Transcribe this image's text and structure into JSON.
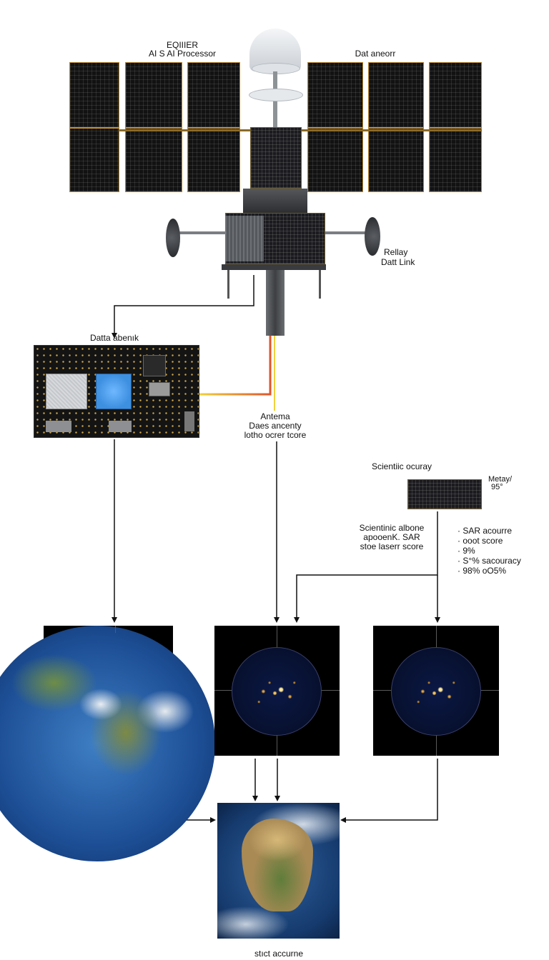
{
  "labels": {
    "top_left_line1": "EQIIIER",
    "top_left_line2": "AI S AI Processor",
    "top_right": "Dat aneorr",
    "relay_line1": "Rellay",
    "relay_line2": "Datt Link",
    "data_board": "Datta abenık",
    "antenna_line1": "Antema",
    "antenna_line2": "Daes ancenty",
    "antenna_line3": "lotho ocrer tcore",
    "scientific_title": "Scientiic ocuray",
    "metric_line1": "Metay/",
    "metric_line2": "95°",
    "sci_note_line1": "Scientinic albone",
    "sci_note_line2": "apooenK. SAR",
    "sci_note_line3": "stoe laserr score",
    "list": [
      "SAR acourre",
      "ooot score",
      "9%",
      "S°% sacouracy",
      "98% oO5%"
    ],
    "bottom": "stıct accurne"
  },
  "colors": {
    "panel": "#121212",
    "panel_frame": "#c9902e",
    "wire": "#111111",
    "data_link_start": "#f0d23c",
    "data_link_end": "#e0552b"
  }
}
